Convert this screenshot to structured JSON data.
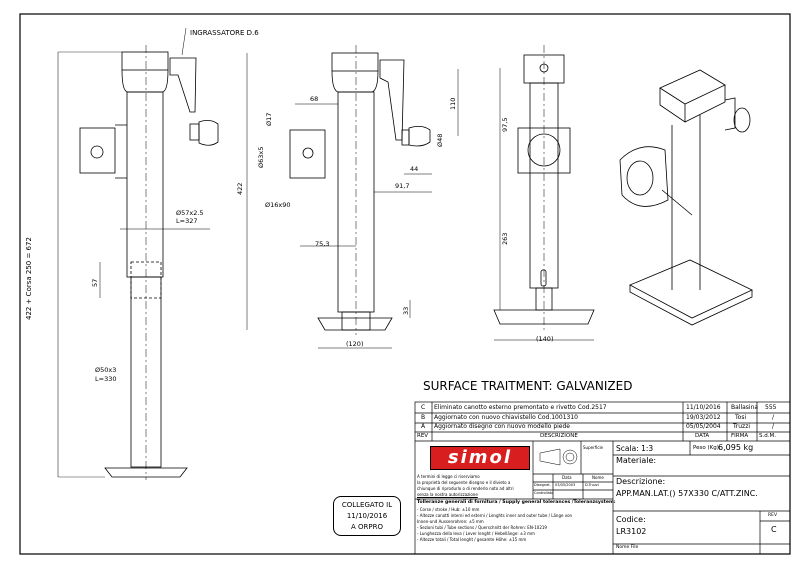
{
  "drawing": {
    "callout": "INGRASSATORE D.6",
    "view1_dims": {
      "total": "422 + Corsa 250 = 672",
      "outer_tube": "Ø57x2.5",
      "outer_len": "L=327",
      "overlap": "57",
      "inner_tube": "Ø50x3",
      "inner_len": "L=330"
    },
    "view2_dims": {
      "height": "422",
      "d68": "68",
      "d17": "Ø17",
      "d63": "Ø63x5",
      "d16": "Ø16x90",
      "d75": "75,3",
      "d917": "91,7",
      "d44": "44",
      "d48": "Ø48",
      "d110": "110",
      "d33": "33",
      "d120": "(120)"
    },
    "view3_dims": {
      "d975": "97,5",
      "d263": "263",
      "d140": "(140)"
    },
    "surface": "SURFACE TRAITMENT: GALVANIZED",
    "linked_note": [
      "COLLEGATO IL",
      "11/10/2016",
      "A ORPRO"
    ]
  },
  "title_block": {
    "revisions": [
      {
        "rev": "C",
        "desc": "Eliminato canotto esterno premontato e rivetto Cod.2517",
        "date": "11/10/2016",
        "sign": "Ballasina",
        "sdm": "555"
      },
      {
        "rev": "B",
        "desc": "Aggiornato con nuovo chiavistello Cod.1001310",
        "date": "19/03/2012",
        "sign": "Tosi",
        "sdm": "/"
      },
      {
        "rev": "A",
        "desc": "Aggiornato disegno con nuovo modello piede",
        "date": "05/05/2004",
        "sign": "Truzzi",
        "sdm": "/"
      }
    ],
    "headers": {
      "rev": "REV",
      "desc": "DESCRIZIONE",
      "date": "DATA",
      "sign": "FIRMA",
      "sdm": "S.d.M."
    },
    "logo": "simol",
    "superficie": "Superficie",
    "legal": [
      "A termini di legge ci riserviamo",
      "la proprietà del seguente disegno e il divieto a",
      "chiunque di riprodurlo o di renderlo noto ad altri",
      "senza la nostra autorizzazione"
    ],
    "sig_table": {
      "data": "Data",
      "nome": "Nome",
      "disegnat": "Disegnat.",
      "disegnat_date": "03/05/2003",
      "disegnat_name": "D.Truzzi",
      "controllato": "Controllato"
    },
    "tolerances_title": "Tolleranze generali di fornitura / Supply general tolerances /Toleranzsystem:",
    "tolerances": [
      "- Corse / stroke / Hub: ±10 mm",
      "- Altezze canotti interni ed esterni / Lenghts inner and outer tube / Länge von",
      "  Innen-und Aussenrohren: ±5 mm",
      "- Sezioni tubi / Tube sections / Querschnitt der Rohren: EN-10219",
      "- Lunghezza della leva / Lever lenght / Hebellänge: ±3 mm",
      "- Altezze totali / Total lenght / gesamte Höhe: ±15 mm"
    ],
    "scala": "Scala:  1:3",
    "peso_label": "Peso (Kg):",
    "peso_value": "6,095 kg",
    "materiale": "Materiale:",
    "descrizione_label": "Descrizione:",
    "descrizione": "APP.MAN.LAT.() 57X330 C/ATT.ZINC.",
    "codice_label": "Codice:",
    "codice": "LR3102",
    "rev_label": "REV",
    "rev": "C",
    "nome_file": "Nome File"
  }
}
